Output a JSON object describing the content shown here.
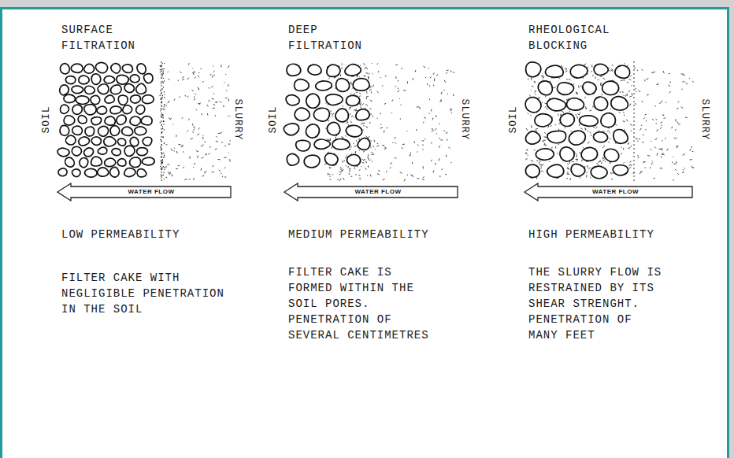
{
  "diagram": {
    "nodes": [
      {
        "text": [
          "WATER FLOW"
        ]
      },
      {
        "text": [
          "WATER FLOW"
        ]
      },
      {
        "text": [
          "WATER FLOW"
        ]
      }
    ],
    "labels": [
      "SURFACE FILTRATION",
      "DEEP FILTRATION",
      "RHEOLOGICAL BLOCKING",
      "SOIL",
      "SLURRY",
      "SOIL",
      "SLURRY",
      "SOIL",
      "SLURRY",
      "LOW PERMEABILITY",
      "MEDIUM PERMEABILITY",
      "HIGH PERMEABILITY",
      "FILTER CAKE WITH NEGLIGIBLE PENETRATION IN THE SOIL",
      "FILTER CAKE IS FORMED WITHIN THE SOIL PORES. PENETRATION OF SEVERAL CENTIMETRES",
      "THE SLURRY FLOW IS RESTRAINED BY ITS SHEAR STRENGHT. PENETRATION OF MANY FEET"
    ]
  }
}
